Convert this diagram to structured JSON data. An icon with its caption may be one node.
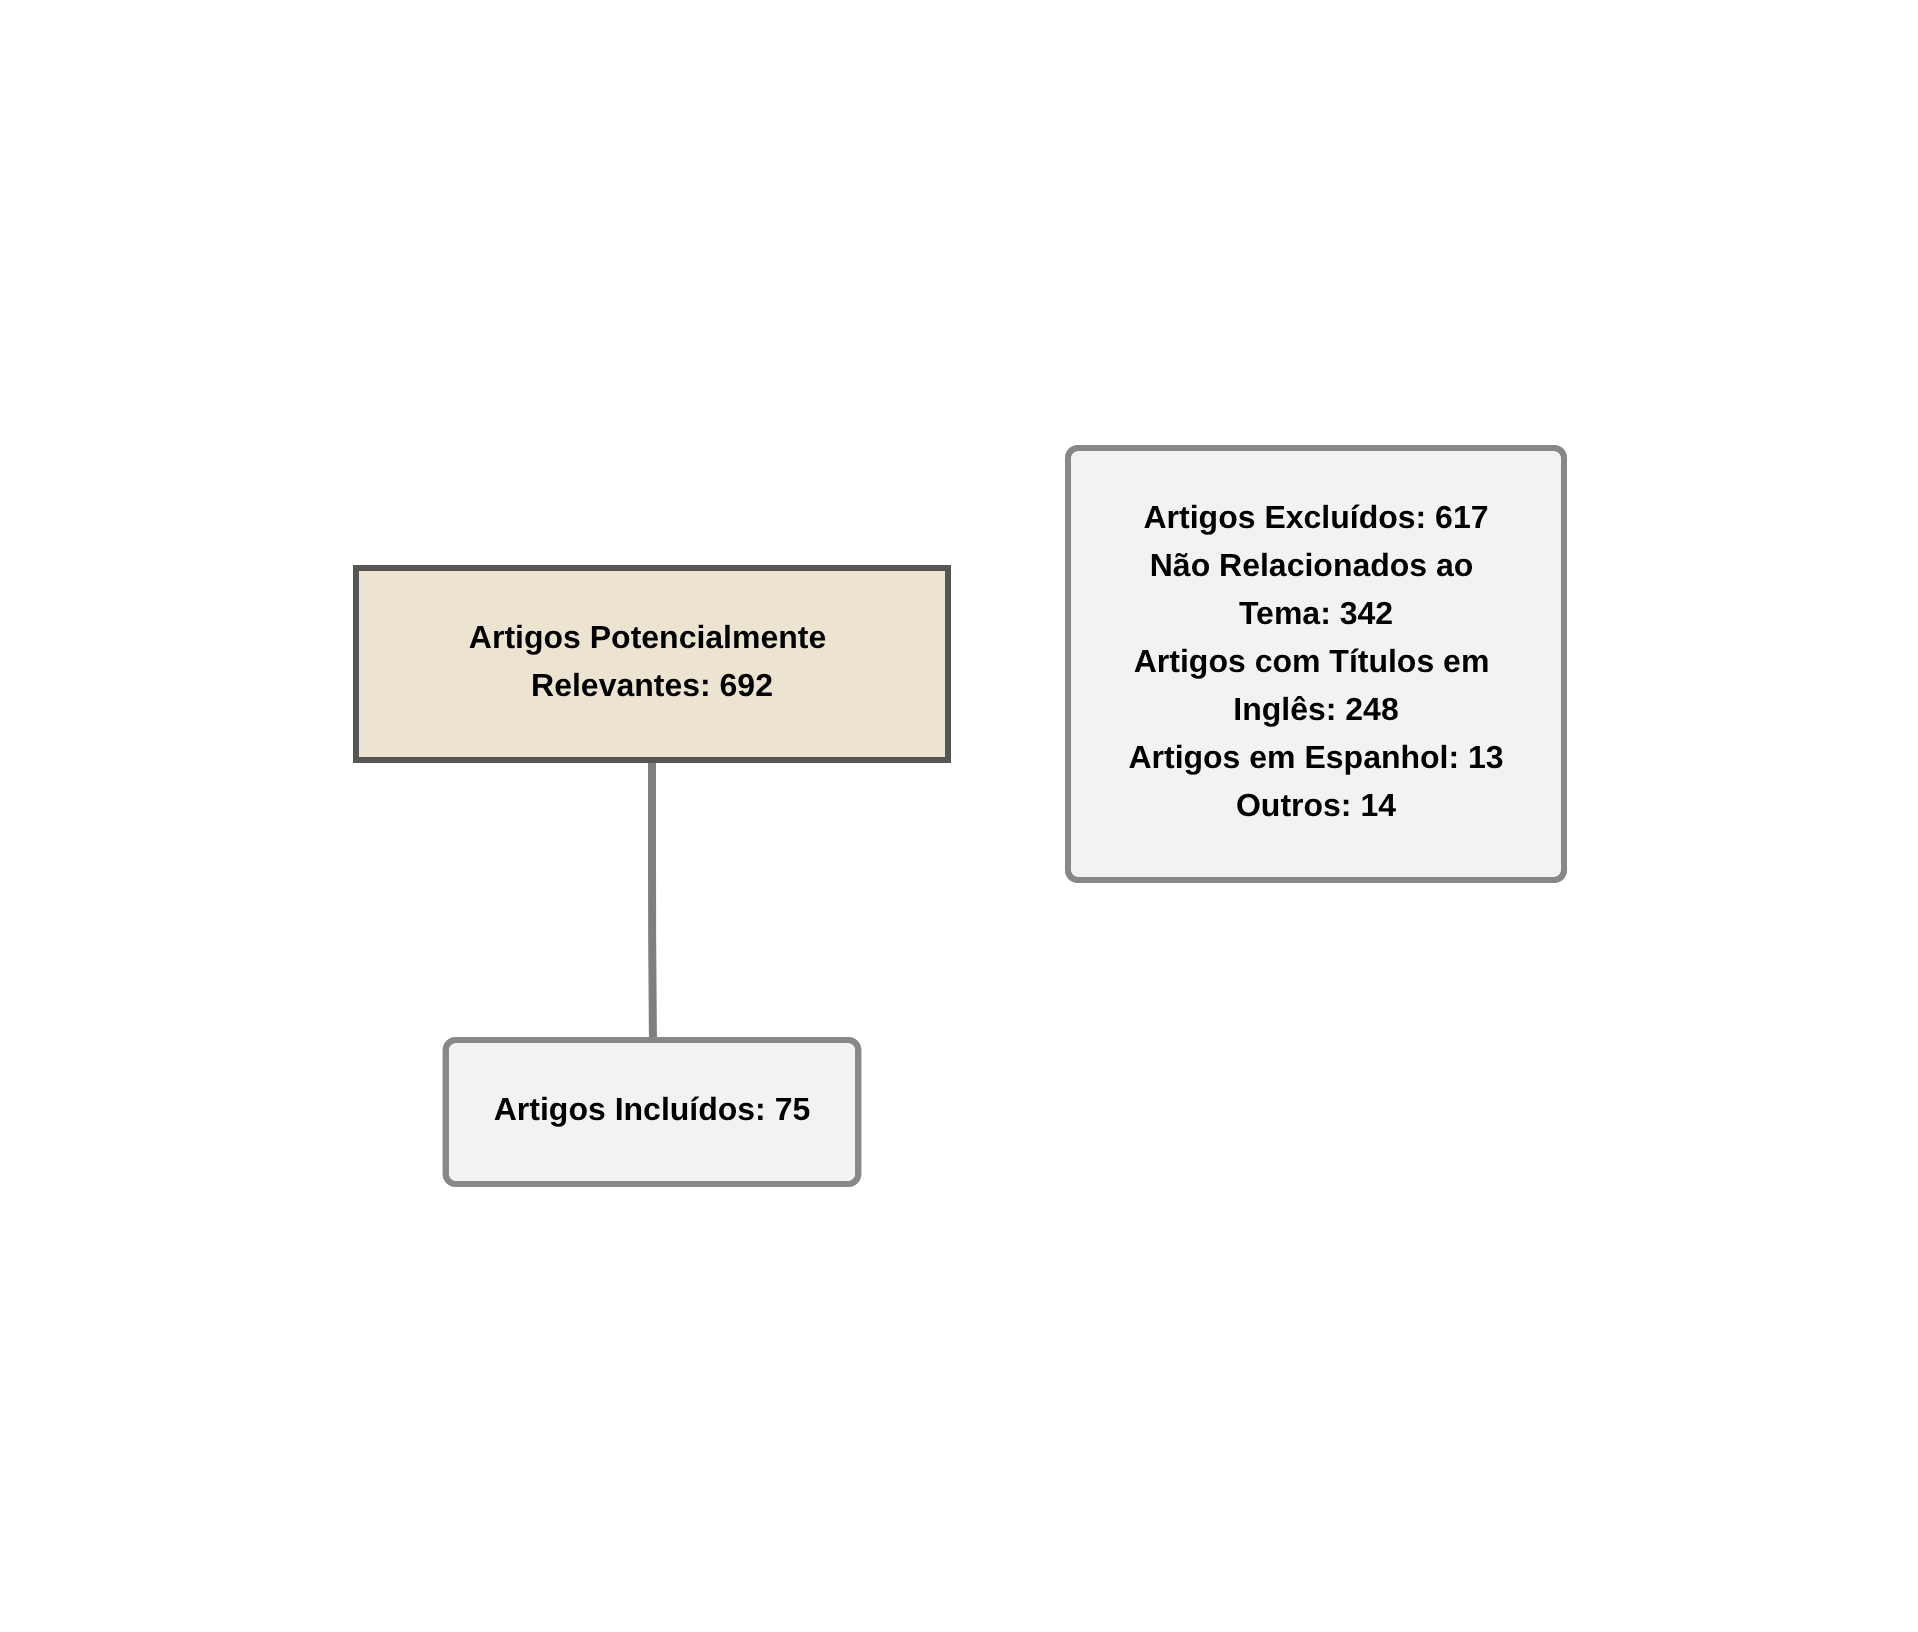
{
  "diagram": {
    "nodes": [
      {
        "text": [
          "Artigos Potencialmente Relevantes: 692"
        ]
      },
      {
        "text": [
          "Artigos Excluídos: 617",
          "Não Relacionados ao Tema: 342",
          "Artigos com Títulos em Inglês: 248",
          "Artigos em Espanhol: 13",
          "Outros: 14"
        ]
      },
      {
        "text": [
          "Artigos Incluídos: 75"
        ]
      }
    ],
    "edges": [
      {
        "from": 0,
        "to": 2,
        "arrow": "none"
      }
    ]
  }
}
